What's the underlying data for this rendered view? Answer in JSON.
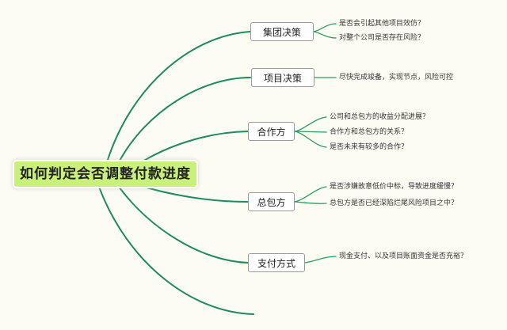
{
  "root": "如何判定会否调整付款进度",
  "branches": [
    {
      "label": "集团决策",
      "children": [
        "是否会引起其他项目效仿？",
        "对整个公司是否存在风险？"
      ]
    },
    {
      "label": "项目决策",
      "children": [
        "尽快完成竣备，实现节点，风险可控"
      ]
    },
    {
      "label": "合作方",
      "children": [
        "公司和总包方的收益分配进展？",
        "合作方和总包方的关系？",
        "是否未来有较多的合作？"
      ]
    },
    {
      "label": "总包方",
      "children": [
        "是否涉嫌故意低价中标，导致进度缓慢？",
        "总包方是否已经深陷烂尾风险项目之中？"
      ]
    },
    {
      "label": "支付方式",
      "children": [
        "现金支付、以及项目账面资金是否充裕？"
      ]
    }
  ],
  "colors": {
    "root_fill": "#c9f07a",
    "main_lines": "#1f8a5b",
    "sub_lines": "#2b9a63",
    "background": "#fcfcf3"
  }
}
